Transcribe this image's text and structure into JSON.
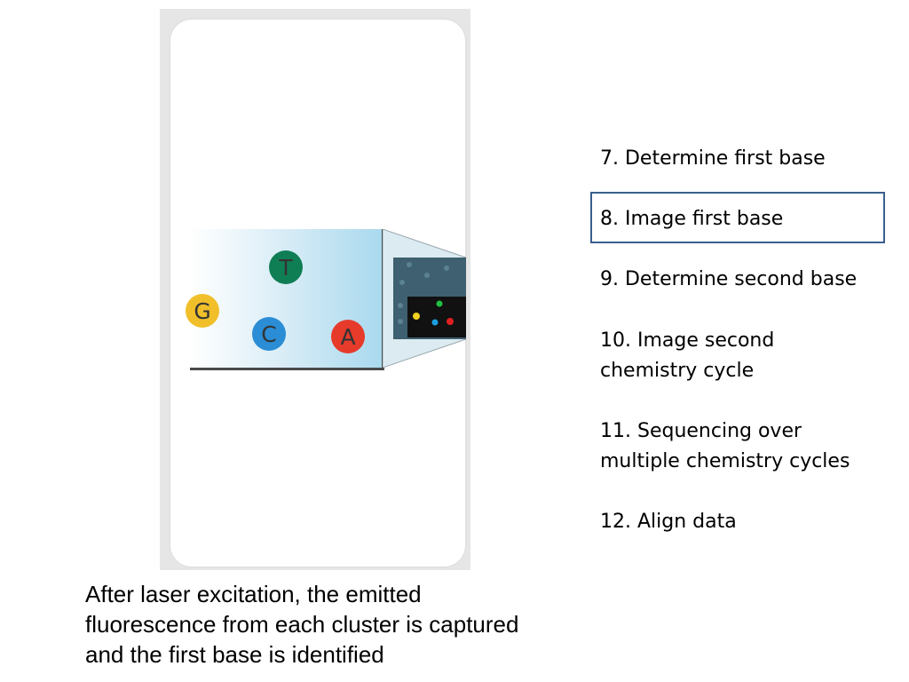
{
  "figure": {
    "bases": [
      {
        "letter": "T",
        "color": "#107e55"
      },
      {
        "letter": "G",
        "color": "#f0bf2a"
      },
      {
        "letter": "C",
        "color": "#2a8dd6"
      },
      {
        "letter": "A",
        "color": "#e63a2b"
      }
    ],
    "zoom_signal_colors": [
      "#f0d020",
      "#1aa0e0",
      "#e02020",
      "#20c040"
    ]
  },
  "steps": [
    {
      "lines": [
        "7. Determine first base"
      ]
    },
    {
      "lines": [
        "8. Image first base"
      ],
      "highlighted": true
    },
    {
      "lines": [
        "9. Determine second base"
      ]
    },
    {
      "lines": [
        "10. Image second",
        "chemistry cycle"
      ]
    },
    {
      "lines": [
        "11. Sequencing over",
        "multiple chemistry cycles"
      ]
    },
    {
      "lines": [
        "12. Align data"
      ]
    }
  ],
  "caption": {
    "lines": [
      "After laser excitation, the emitted",
      "fluorescence from each cluster is captured",
      "and the first base is identified"
    ]
  }
}
